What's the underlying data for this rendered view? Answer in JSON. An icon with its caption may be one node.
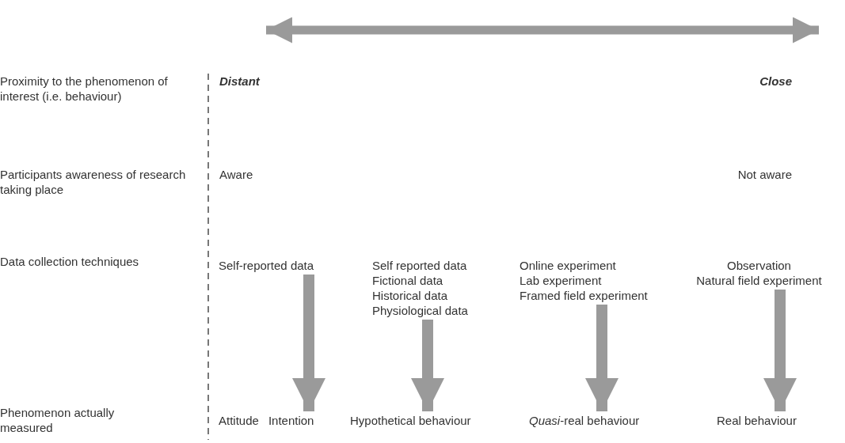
{
  "diagram": {
    "nodes": [
      {
        "text": [
          "Self-reported data"
        ]
      },
      {
        "text": [
          "Self reported data",
          "Fictional data",
          "Historical data",
          "Physiological data"
        ]
      },
      {
        "text": [
          "Online experiment",
          "Lab experiment",
          "Framed field experiment"
        ]
      },
      {
        "text": [
          "Observation",
          "Natural field experiment"
        ]
      },
      {
        "text": [
          "Attitude",
          "Intention"
        ]
      },
      {
        "text": [
          "Hypothetical behaviour"
        ]
      },
      {
        "text": [
          "*Quasi*-real behaviour"
        ]
      },
      {
        "text": [
          "Real behaviour"
        ]
      }
    ],
    "edges": [
      {
        "from": 0,
        "to": 4,
        "arrow": "to"
      },
      {
        "from": 1,
        "to": 5,
        "arrow": "to"
      },
      {
        "from": 2,
        "to": 6,
        "arrow": "to"
      },
      {
        "from": 3,
        "to": 7,
        "arrow": "to"
      }
    ],
    "labels": [
      "Proximity to the phenomenon of interest (i.e. behaviour)",
      "Distant",
      "Close",
      "Participants awareness of research taking place",
      "Aware",
      "Not aware",
      "Data collection techniques",
      "Phenomenon actually measured"
    ]
  }
}
